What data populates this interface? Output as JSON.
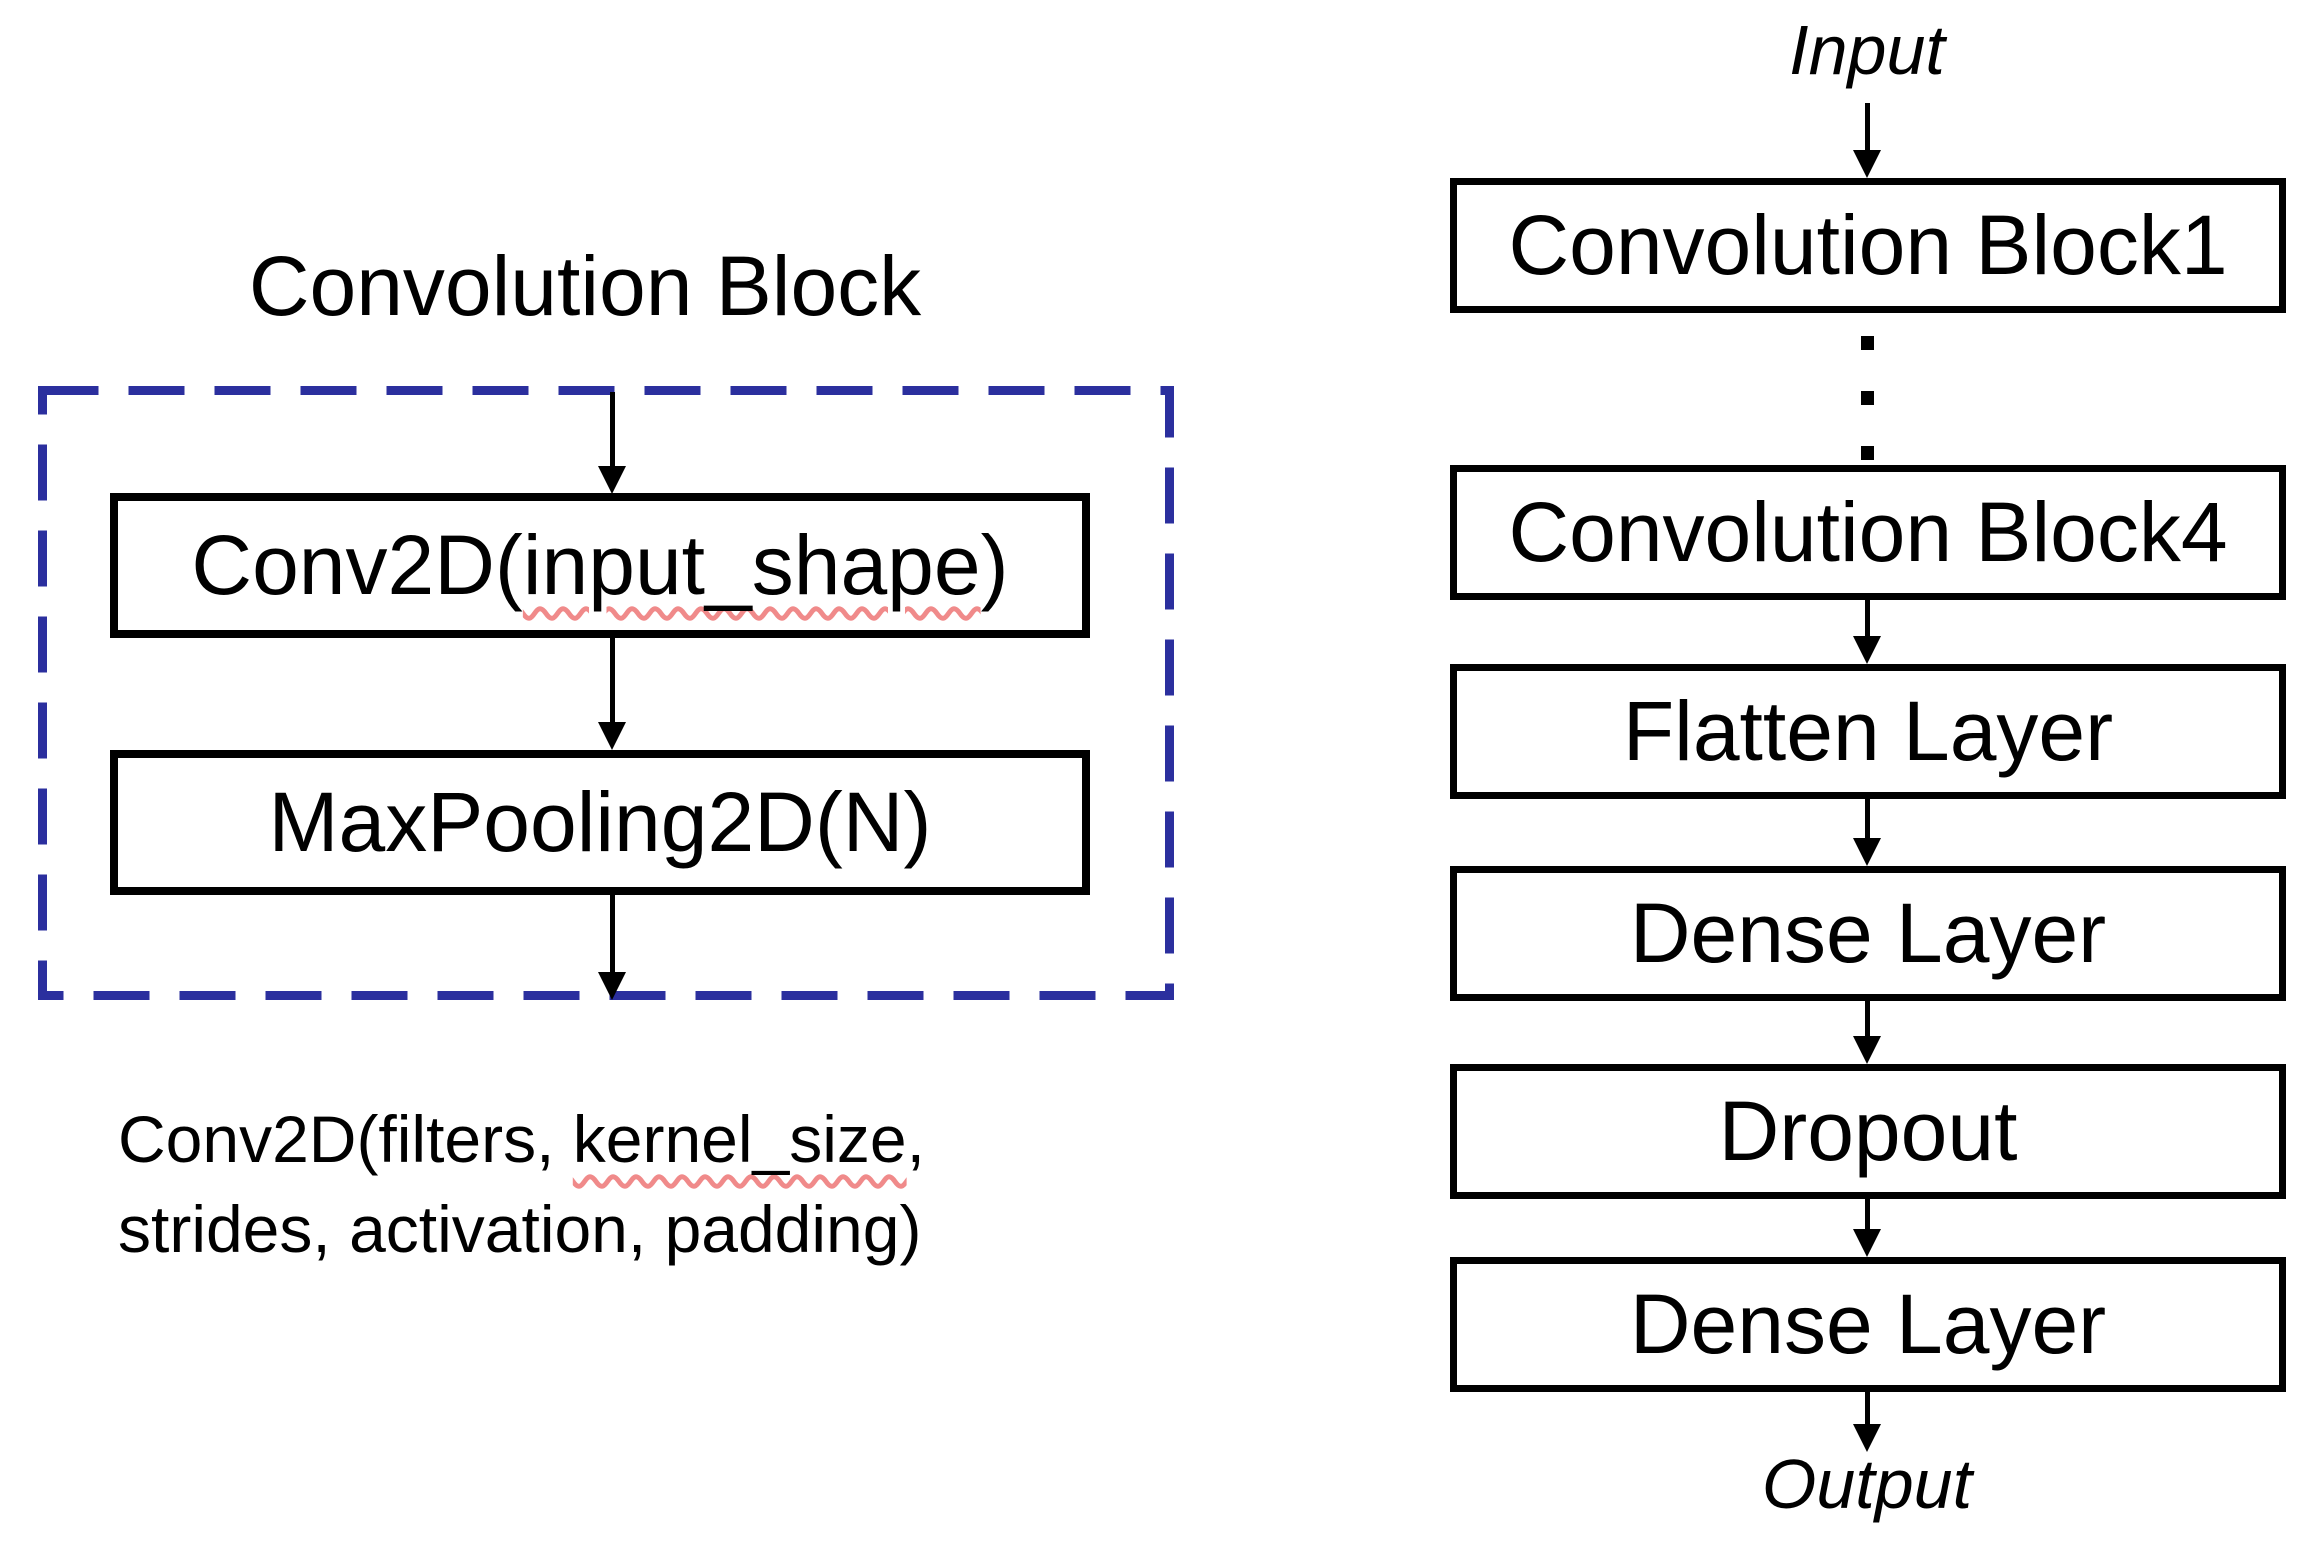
{
  "left": {
    "title": "Convolution Block",
    "conv_box": {
      "prefix": "Conv2D(",
      "misspelled": "input_shape",
      "suffix": ")"
    },
    "maxpool_label": "MaxPooling2D(N)",
    "note": {
      "line1_prefix": "Conv2D(filters, ",
      "line1_misspelled": "kernel_size",
      "line1_suffix": ",",
      "line2": "strides, activation, padding)"
    }
  },
  "right": {
    "input_label": "Input",
    "boxes": [
      "Convolution Block1",
      "Convolution Block4",
      "Flatten Layer",
      "Dense Layer",
      "Dropout",
      "Dense Layer"
    ],
    "ellipsis_dot_count": 3,
    "output_label": "Output"
  },
  "colors": {
    "background": "#ffffff",
    "box_border": "#000000",
    "text": "#000000",
    "dashed_border": "#2b2f9e",
    "spellcheck_underline": "#f08a8a"
  }
}
